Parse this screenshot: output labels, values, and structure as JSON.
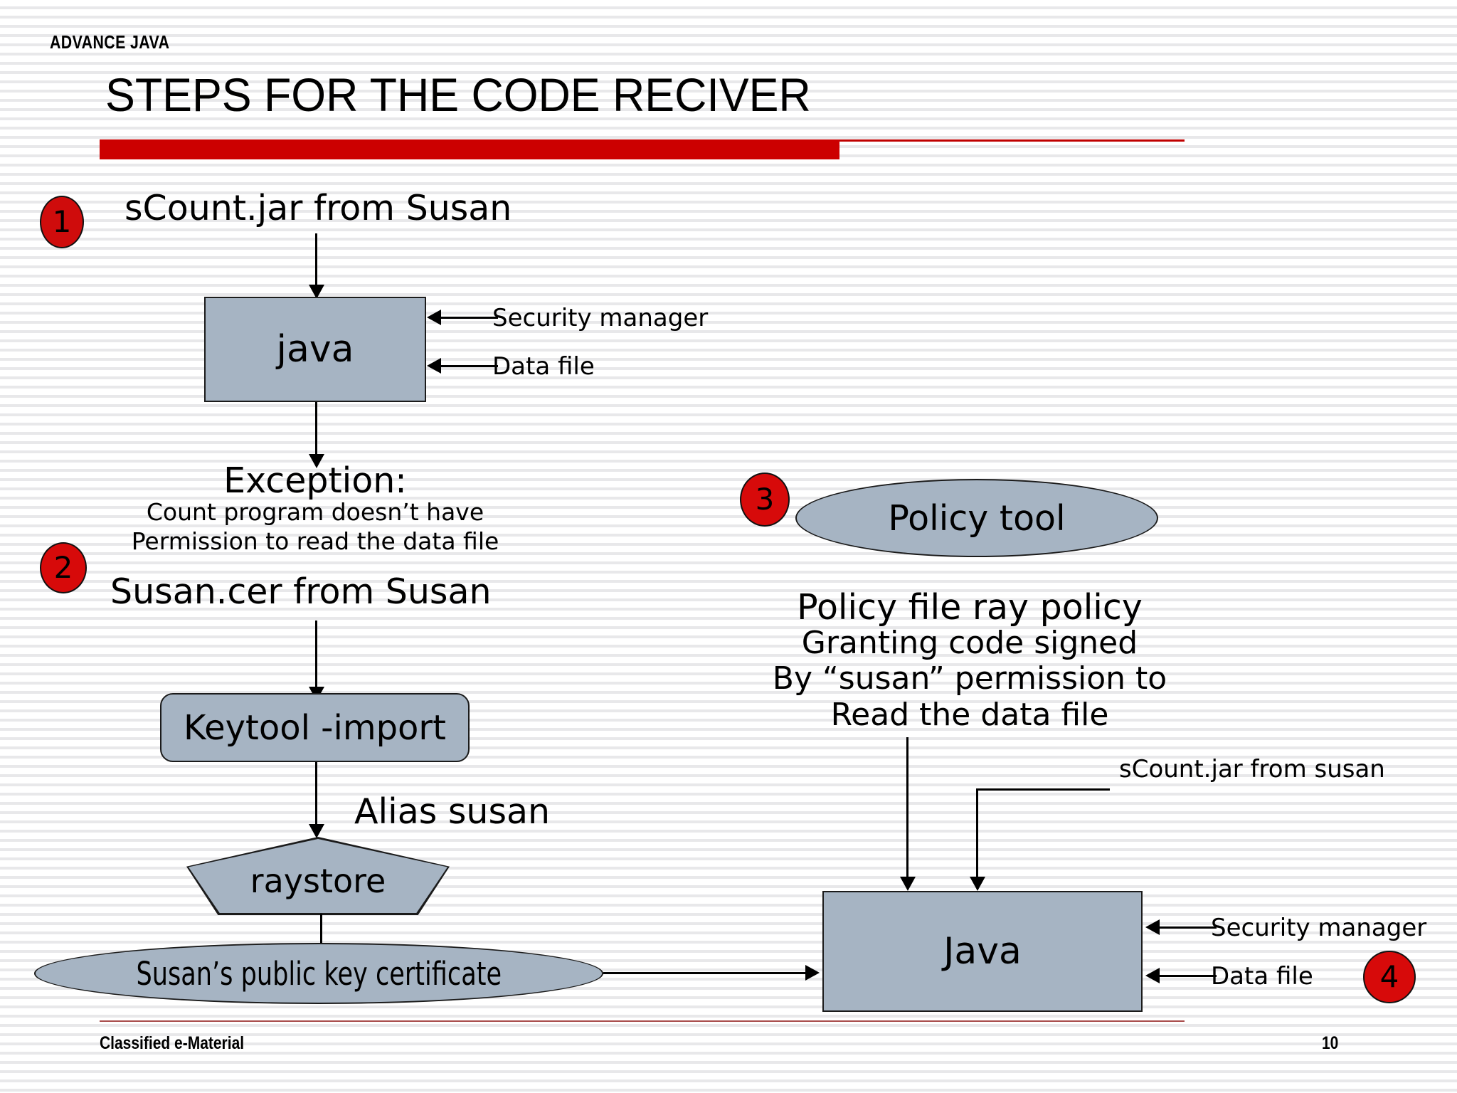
{
  "header": {
    "kicker": "ADVANCE JAVA",
    "title": "STEPS FOR THE CODE RECIVER",
    "accent_color": "#cc0000"
  },
  "footer": {
    "left_label": "Classified e-Material",
    "page_number": "10",
    "rule_color": "#a84b4b"
  },
  "shape_fill": "#a6b4c3",
  "badges": {
    "one": "1",
    "two": "2",
    "three": "3",
    "four": "4",
    "color": "#d70a0a"
  },
  "left_flow": {
    "source_label": "sCount.jar from Susan",
    "java_box": "java",
    "input_security_manager": "Security manager",
    "input_data_file": "Data file",
    "exception_title": "Exception:",
    "exception_line1": "Count program doesn’t have",
    "exception_line2": "Permission to read the data file",
    "cer_label": "Susan.cer from Susan",
    "keytool_box": "Keytool -import",
    "alias_label": "Alias susan",
    "keystore_shape": "raystore",
    "certificate_ellipse": "Susan’s public key certificate"
  },
  "right_flow": {
    "policy_tool_ellipse": "Policy tool",
    "policy_file_title": "Policy file ray policy",
    "policy_line1": "Granting code signed",
    "policy_line2": "By “susan” permission to",
    "policy_line3": "Read the data file",
    "jar_label": "sCount.jar from susan",
    "java_box": "Java",
    "input_security_manager": "Security manager",
    "input_data_file": "Data file"
  }
}
